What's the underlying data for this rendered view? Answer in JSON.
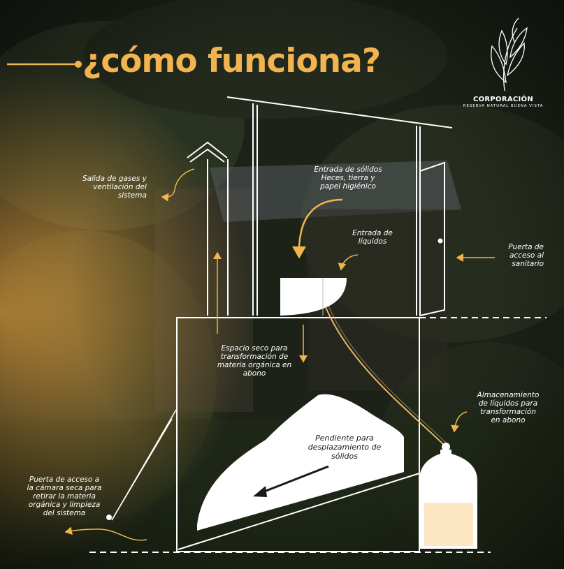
{
  "title": "¿cómo funciona?",
  "brand": {
    "name": "CORPORACIÓN",
    "subtitle": "RESERVA NATURAL BUENA VISTA",
    "logo_icon": "leaf-sprig-icon"
  },
  "labels": {
    "gas_vent": "Salida de gases y\nventilación del\nsistema",
    "solids_entry": "Entrada de sólidos\nHeces, tierra y\npapel higiénico",
    "liquids_entry": "Entrada de\nlíquidos",
    "toilet_door": "Puerta de\nacceso al\nsanitario",
    "dry_space": "Espacio seco para\ntransformación de\nmateria orgánica en\nabono",
    "liquid_storage": "Almacenamiento\nde líquidos para\ntransformación\nen abono",
    "slope": "Pendiente para\ndesplazamiento de\nsólidos",
    "chamber_door": "Puerta de acceso a\nla cámara seca para\nretirar la materia\norgánica y limpieza\ndel sistema"
  },
  "colors": {
    "accent": "#f2b44f",
    "line": "#ffffff",
    "liquid": "#fde7c3",
    "background": "#1b2016"
  },
  "stroke_colors": {
    "solids_arrow": "#1a1a1a"
  }
}
